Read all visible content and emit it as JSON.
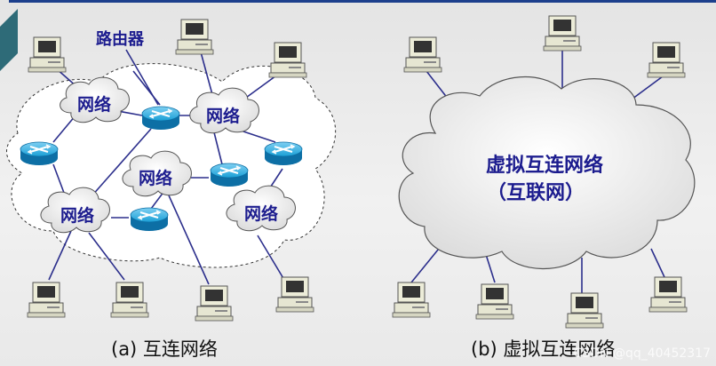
{
  "left_diagram": {
    "router_label": "路由器",
    "network_labels": [
      "网络",
      "网络",
      "网络",
      "网络",
      "网络"
    ],
    "caption": "(a) 互连网络"
  },
  "right_diagram": {
    "cloud_label_line1": "虚拟互连网络",
    "cloud_label_line2": "（互联网）",
    "caption": "(b) 虚拟互连网络"
  },
  "watermark": "CSDN @qq_40452317",
  "colors": {
    "link": "#2c2f8c",
    "label": "#1d1d8f",
    "router": "#1aa0d8",
    "accent_bar": "#1c3f8c"
  },
  "icons": {
    "computer": "computer-icon",
    "router": "router-icon"
  }
}
